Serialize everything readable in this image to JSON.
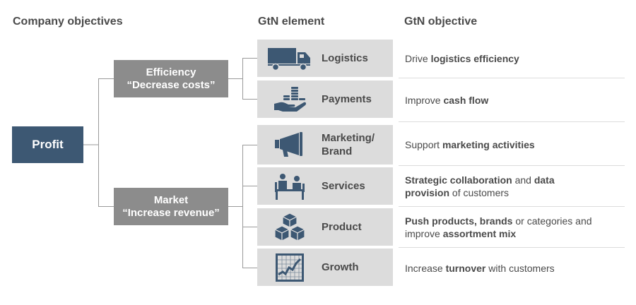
{
  "headers": {
    "company": "Company objectives",
    "element": "GtN element",
    "objective": "GtN objective"
  },
  "root": {
    "label": "Profit"
  },
  "categories": {
    "efficiency": {
      "line1": "Efficiency",
      "line2": "“Decrease costs”"
    },
    "market": {
      "line1": "Market",
      "line2": "“Increase revenue”"
    }
  },
  "elements": [
    {
      "label": "Logistics",
      "icon": "truck-icon"
    },
    {
      "label": "Payments",
      "icon": "hand-coins-icon"
    },
    {
      "label": "Marketing/\nBrand",
      "icon": "megaphone-icon"
    },
    {
      "label": "Services",
      "icon": "people-meeting-icon"
    },
    {
      "label": "Product",
      "icon": "cubes-icon"
    },
    {
      "label": "Growth",
      "icon": "growth-chart-icon"
    }
  ],
  "objectives": [
    {
      "parts": [
        {
          "t": "Drive ",
          "b": false
        },
        {
          "t": "logistics efficiency",
          "b": true
        }
      ]
    },
    {
      "parts": [
        {
          "t": "Improve ",
          "b": false
        },
        {
          "t": "cash flow",
          "b": true
        }
      ]
    },
    {
      "parts": [
        {
          "t": "Support ",
          "b": false
        },
        {
          "t": "marketing activities",
          "b": true
        }
      ]
    },
    {
      "parts": [
        {
          "t": "Strategic collaboration",
          "b": true
        },
        {
          "t": " and ",
          "b": false
        },
        {
          "t": "data provision",
          "b": true
        },
        {
          "t": " of customers",
          "b": false
        }
      ]
    },
    {
      "parts": [
        {
          "t": "Push products, brands",
          "b": true
        },
        {
          "t": " or categories and improve ",
          "b": false
        },
        {
          "t": "assortment mix",
          "b": true
        }
      ]
    },
    {
      "parts": [
        {
          "t": "Increase ",
          "b": false
        },
        {
          "t": "turnover",
          "b": true
        },
        {
          "t": " with customers",
          "b": false
        }
      ]
    }
  ],
  "colors": {
    "root": "#3d5873",
    "category": "#8c8c8c",
    "element_bg": "#dcdcdc",
    "icon": "#3d5873",
    "connector": "#9a9a9a"
  }
}
